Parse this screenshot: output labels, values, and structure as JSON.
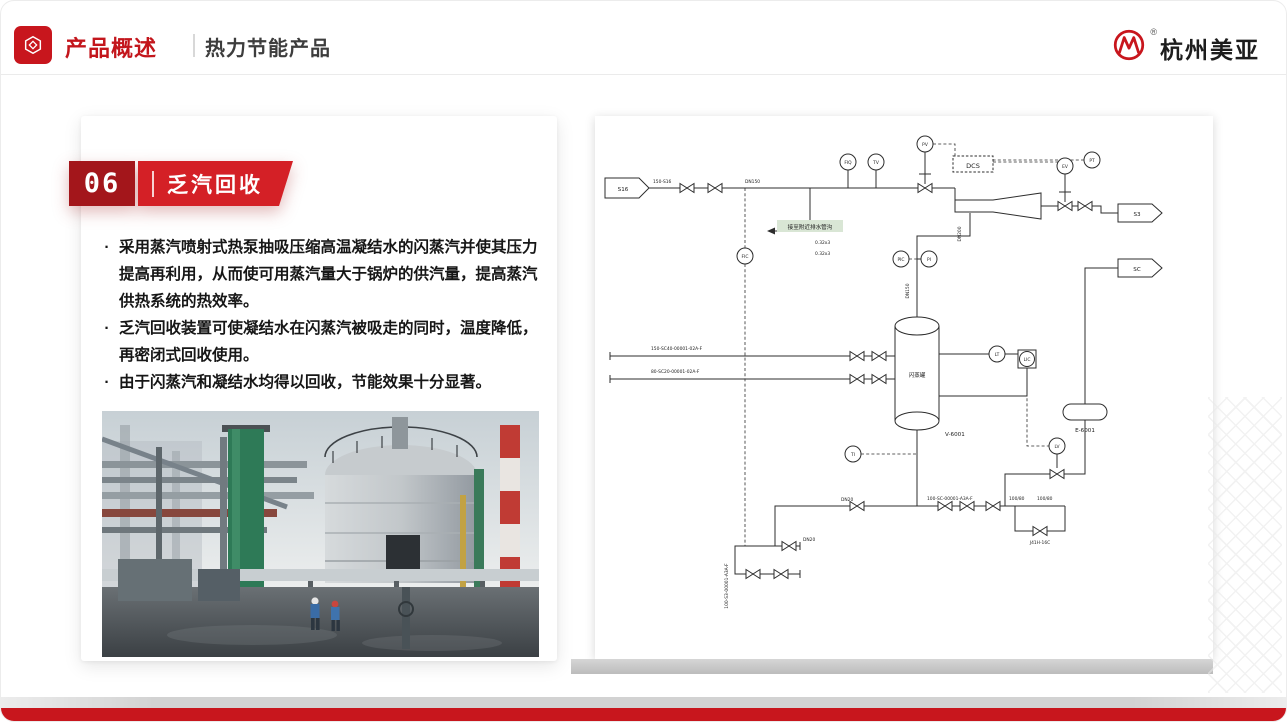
{
  "header": {
    "title": "产品概述",
    "subtitle": "热力节能产品",
    "brand": "杭州美亚",
    "brand_mark": "®"
  },
  "badge": {
    "number": "06",
    "title": "乏汽回收"
  },
  "card": {
    "marker": "·",
    "bullets": [
      "采用蒸汽喷射式热泵抽吸压缩高温凝结水的闪蒸汽并使其压力提高再利用，从而使可用蒸汽量大于锅炉的供汽量，提高蒸汽供热系统的热效率。",
      "乏汽回收装置可使凝结水在闪蒸汽被吸走的同时，温度降低，再密闭式回收使用。",
      "由于闪蒸汽和凝结水均得以回收，节能效果十分显著。"
    ]
  },
  "diagram": {
    "dcs": "DCS",
    "s16": "S16",
    "s3": "S3",
    "sc": "SC",
    "line_s16": "150-S16",
    "drain_note": "接至附近排水管沟",
    "spec_a": "0.32x3",
    "spec_b": "0.32x3",
    "vessel_name": "闪蒸罐",
    "vessel_tag": "V-6001",
    "exchanger_tag": "E-6001",
    "feed_line_1": "150-SC40-00001-02A-F",
    "feed_line_2": "80-SC20-00001-02A-F",
    "bottom_line": "100-SC-00001-A3A-F",
    "riser_label": "100-S3-00001-A3A-F",
    "size_a": "100/80",
    "size_b": "100/80",
    "dn150_a": "DN150",
    "dn150_b": "DN150",
    "dn200": "DN200",
    "dn20_a": "DN20",
    "dn20_b": "DN20",
    "valve_model": "J41H-16C",
    "instruments": [
      "FIQ",
      "TV",
      "PV",
      "EV",
      "PT",
      "PIC",
      "PI",
      "LT",
      "LIC",
      "LV",
      "TI",
      "FIC"
    ]
  },
  "colors": {
    "brand_red": "#C8161D",
    "badge_dark": "#A3161B",
    "badge_red": "#D42026",
    "footer_red": "#C8161D"
  }
}
